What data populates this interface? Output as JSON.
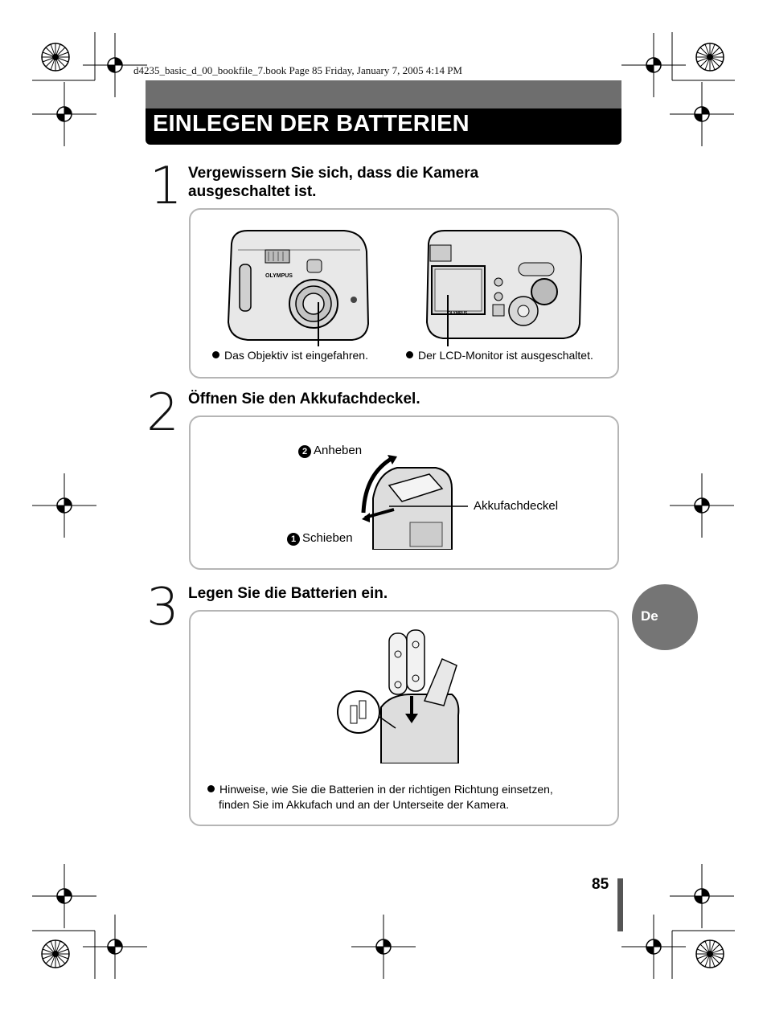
{
  "header": {
    "print_info": "d4235_basic_d_00_bookfile_7.book  Page 85  Friday, January 7, 2005  4:14 PM"
  },
  "title": "EINLEGEN DER BATTERIEN",
  "steps": [
    {
      "number": "1",
      "heading_line1": "Vergewissern Sie sich, dass die Kamera",
      "heading_line2": "ausgeschaltet ist.",
      "captions": [
        "Das Objektiv ist eingefahren.",
        "Der LCD-Monitor ist ausgeschaltet."
      ],
      "camera_brand": "OLYMPUS"
    },
    {
      "number": "2",
      "heading": "Öffnen Sie den Akkufachdeckel.",
      "labels": {
        "lift_marker": "2",
        "lift": "Anheben",
        "slide_marker": "1",
        "slide": "Schieben",
        "cover": "Akkufachdeckel"
      }
    },
    {
      "number": "3",
      "heading": "Legen Sie die Batterien ein.",
      "note_line1": "Hinweise, wie Sie die Batterien in der richtigen Richtung einsetzen,",
      "note_line2": "finden Sie im Akkufach und an der Unterseite der Kamera."
    }
  ],
  "side_tab": {
    "language": "De"
  },
  "page_number": "85",
  "colors": {
    "title_bar": "#000000",
    "title_bar_top": "#6e6e6e",
    "side_tab": "#757575",
    "panel_border": "#b5b5b5"
  }
}
